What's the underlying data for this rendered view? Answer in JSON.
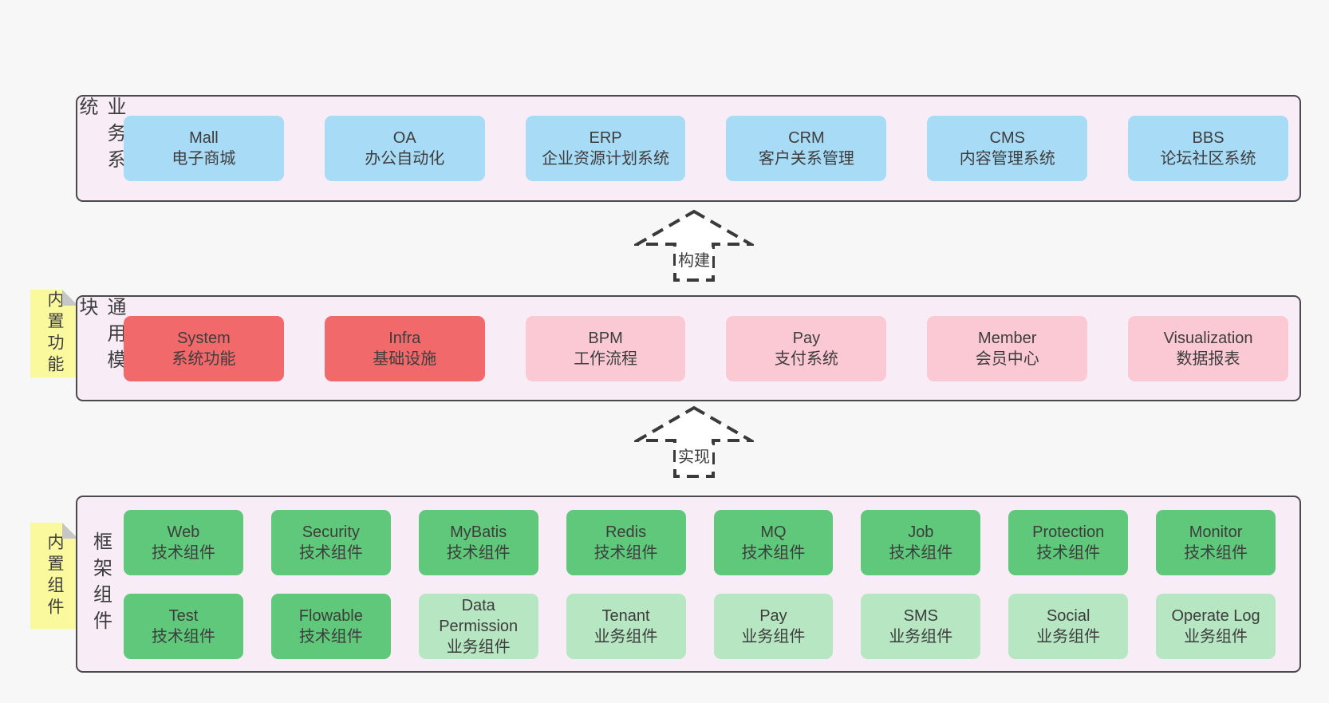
{
  "colors": {
    "page_bg": "#f7f7f7",
    "band_bg": "#f8edf6",
    "band_border": "#4a4a4a",
    "blue_box": "#a8dbf6",
    "red_box": "#f2696b",
    "pink_box": "#fbc9d3",
    "green_box": "#5fc87a",
    "green_light_box": "#b7e6c2",
    "note_bg": "#fbf99d",
    "note_fold": "#c6c6c6",
    "text": "#3d3d3d"
  },
  "arrows": {
    "build": "构建",
    "implement": "实现"
  },
  "notes": {
    "builtin_features": "内置功能",
    "builtin_components": "内置组件"
  },
  "bands": {
    "business": {
      "label": "业务系统",
      "boxes": [
        {
          "name": "Mall",
          "sub": "电子商城"
        },
        {
          "name": "OA",
          "sub": "办公自动化"
        },
        {
          "name": "ERP",
          "sub": "企业资源计划系统"
        },
        {
          "name": "CRM",
          "sub": "客户关系管理"
        },
        {
          "name": "CMS",
          "sub": "内容管理系统"
        },
        {
          "name": "BBS",
          "sub": "论坛社区系统"
        }
      ]
    },
    "modules": {
      "label": "通用模块",
      "boxes": [
        {
          "name": "System",
          "sub": "系统功能"
        },
        {
          "name": "Infra",
          "sub": "基础设施"
        },
        {
          "name": "BPM",
          "sub": "工作流程"
        },
        {
          "name": "Pay",
          "sub": "支付系统"
        },
        {
          "name": "Member",
          "sub": "会员中心"
        },
        {
          "name": "Visualization",
          "sub": "数据报表"
        }
      ]
    },
    "framework": {
      "label": "框架组件",
      "row1": [
        {
          "name": "Web",
          "sub": "技术组件"
        },
        {
          "name": "Security",
          "sub": "技术组件"
        },
        {
          "name": "MyBatis",
          "sub": "技术组件"
        },
        {
          "name": "Redis",
          "sub": "技术组件"
        },
        {
          "name": "MQ",
          "sub": "技术组件"
        },
        {
          "name": "Job",
          "sub": "技术组件"
        },
        {
          "name": "Protection",
          "sub": "技术组件"
        },
        {
          "name": "Monitor",
          "sub": "技术组件"
        }
      ],
      "row2": [
        {
          "name": "Test",
          "sub": "技术组件"
        },
        {
          "name": "Flowable",
          "sub": "技术组件"
        },
        {
          "name": "Data Permission",
          "sub": "业务组件"
        },
        {
          "name": "Tenant",
          "sub": "业务组件"
        },
        {
          "name": "Pay",
          "sub": "业务组件"
        },
        {
          "name": "SMS",
          "sub": "业务组件"
        },
        {
          "name": "Social",
          "sub": "业务组件"
        },
        {
          "name": "Operate Log",
          "sub": "业务组件"
        }
      ]
    }
  }
}
